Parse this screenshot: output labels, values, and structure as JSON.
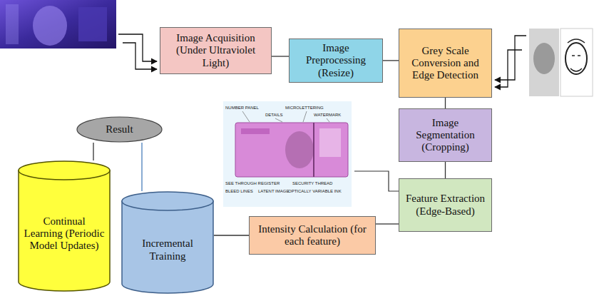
{
  "diagram": {
    "nodes": [
      {
        "text": [
          "Image Acquisition (Under Ultraviolet Light)"
        ]
      },
      {
        "text": [
          "Image Preprocessing (Resize)"
        ]
      },
      {
        "text": [
          "Grey Scale Conversion and Edge Detection"
        ]
      },
      {
        "text": [
          "Image Segmentation (Cropping)"
        ]
      },
      {
        "text": [
          "Feature Extraction (Edge-Based)"
        ]
      },
      {
        "text": [
          "Intensity Calculation (for each feature)"
        ]
      },
      {
        "text": [
          "Incremental Training"
        ]
      },
      {
        "text": [
          "Continual Learning (Periodic Model Updates)"
        ]
      },
      {
        "text": [
          "Result"
        ]
      }
    ],
    "edges": [
      {
        "from": 0,
        "to": 1,
        "arrow": "none"
      },
      {
        "from": 1,
        "to": 2,
        "arrow": "none"
      },
      {
        "from": 2,
        "to": 3,
        "arrow": "none"
      },
      {
        "from": 3,
        "to": 4,
        "arrow": "none"
      },
      {
        "from": 4,
        "to": 5,
        "arrow": "none"
      },
      {
        "from": 5,
        "to": 6,
        "arrow": "none"
      },
      {
        "from": 6,
        "to": 8,
        "arrow": "none"
      },
      {
        "from": 7,
        "to": 8,
        "arrow": "none"
      }
    ],
    "labels": [
      "DETAILS",
      "NUMBER PANEL",
      "MICROLETTERING",
      "WATERMARK",
      "SEE THROUGH REGISTER",
      "SECURITY THREAD",
      "BLEED LINES",
      "LATENT IMAGE",
      "OPTICALLY VARIABLE INK"
    ]
  }
}
